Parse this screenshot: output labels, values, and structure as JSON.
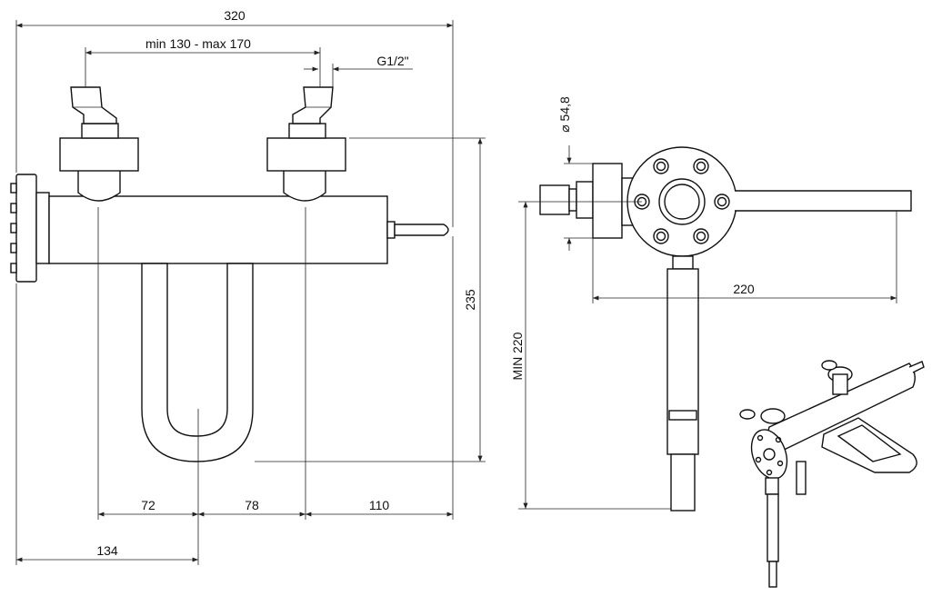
{
  "drawing": {
    "dimensions": {
      "overall_width": "320",
      "inlet_spacing": "min 130 - max 170",
      "thread": "G1/2\"",
      "diameter": "⌀ 54,8",
      "height": "235",
      "spacing_72": "72",
      "spacing_78": "78",
      "spacing_110": "110",
      "spacing_134": "134",
      "side_depth": "220",
      "min_height": "MIN 220"
    }
  }
}
